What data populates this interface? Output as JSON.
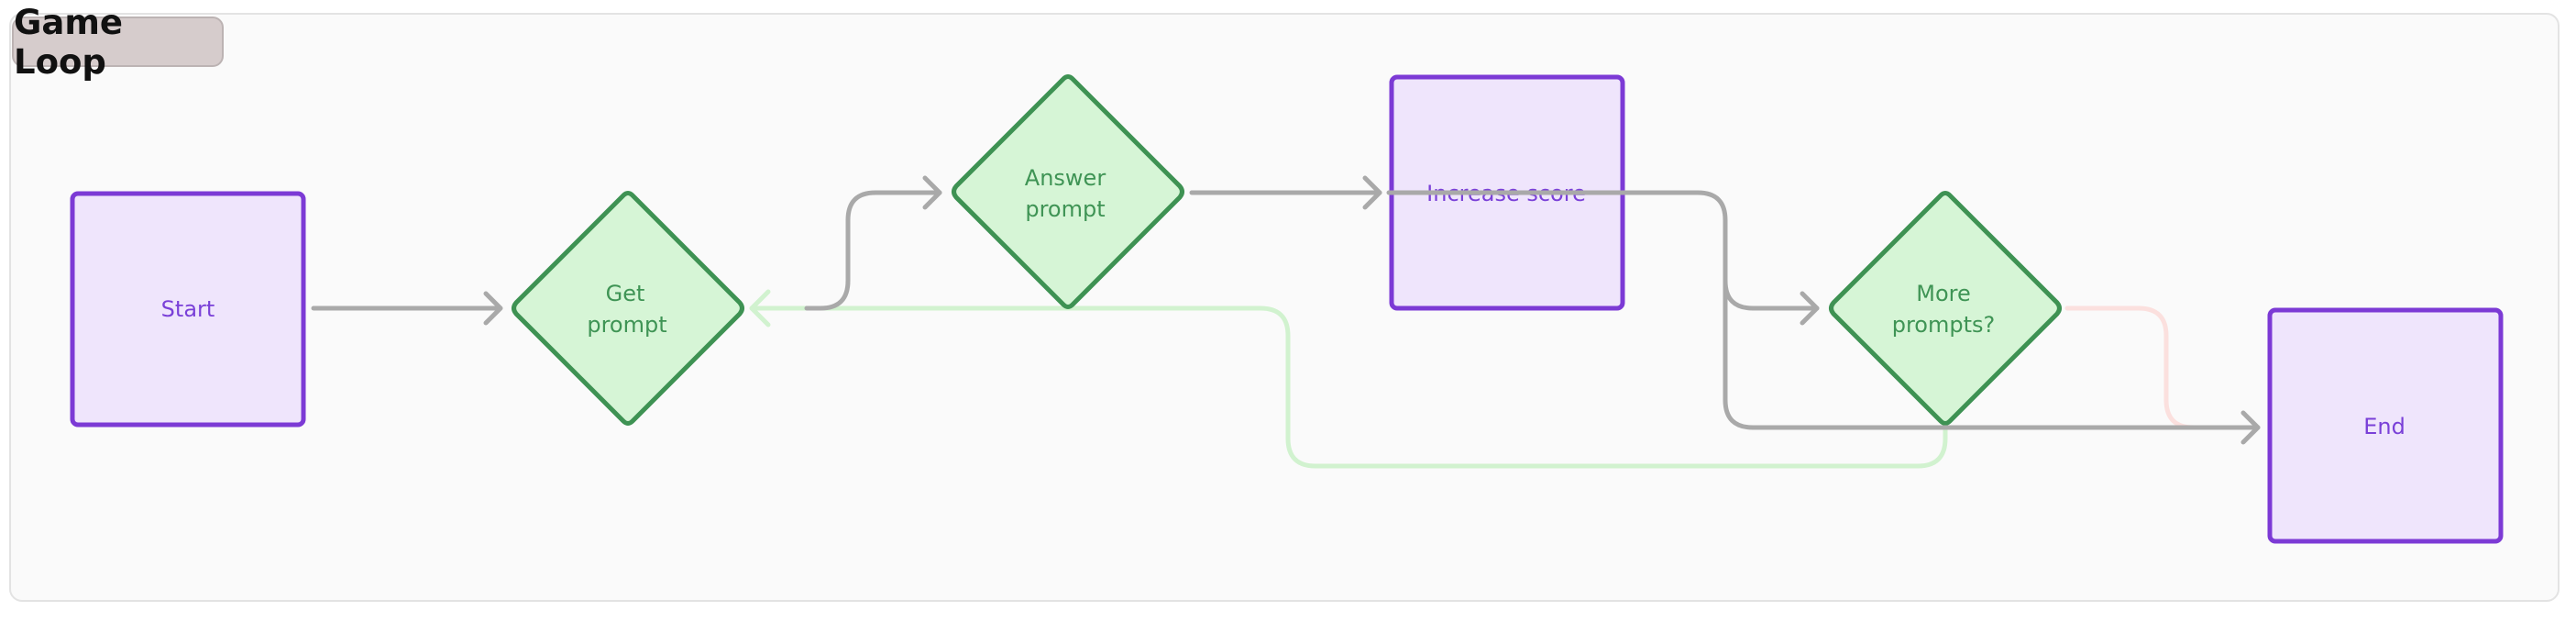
{
  "group": {
    "label": "Game Loop"
  },
  "nodes": {
    "start": {
      "label": "Start"
    },
    "get_prompt": {
      "label_line1": "Get",
      "label_line2": "prompt"
    },
    "answer_prompt": {
      "label_line1": "Answer",
      "label_line2": "prompt"
    },
    "increase_score": {
      "label": "Increase score"
    },
    "more_prompts": {
      "label_line1": "More",
      "label_line2": "prompts?"
    },
    "end": {
      "label": "End"
    }
  },
  "colors": {
    "process_fill": "#efe5fc",
    "process_stroke": "#7c3ad5",
    "process_text": "#7a40d8",
    "decision_fill": "#d6f5d6",
    "decision_stroke": "#3e9253",
    "decision_text": "#3f9455",
    "edge_default": "#a9a9a9",
    "edge_loop_back": "#d1f2cf",
    "edge_end": "#fbe0de",
    "group_label_bg": "#d6cccc"
  }
}
